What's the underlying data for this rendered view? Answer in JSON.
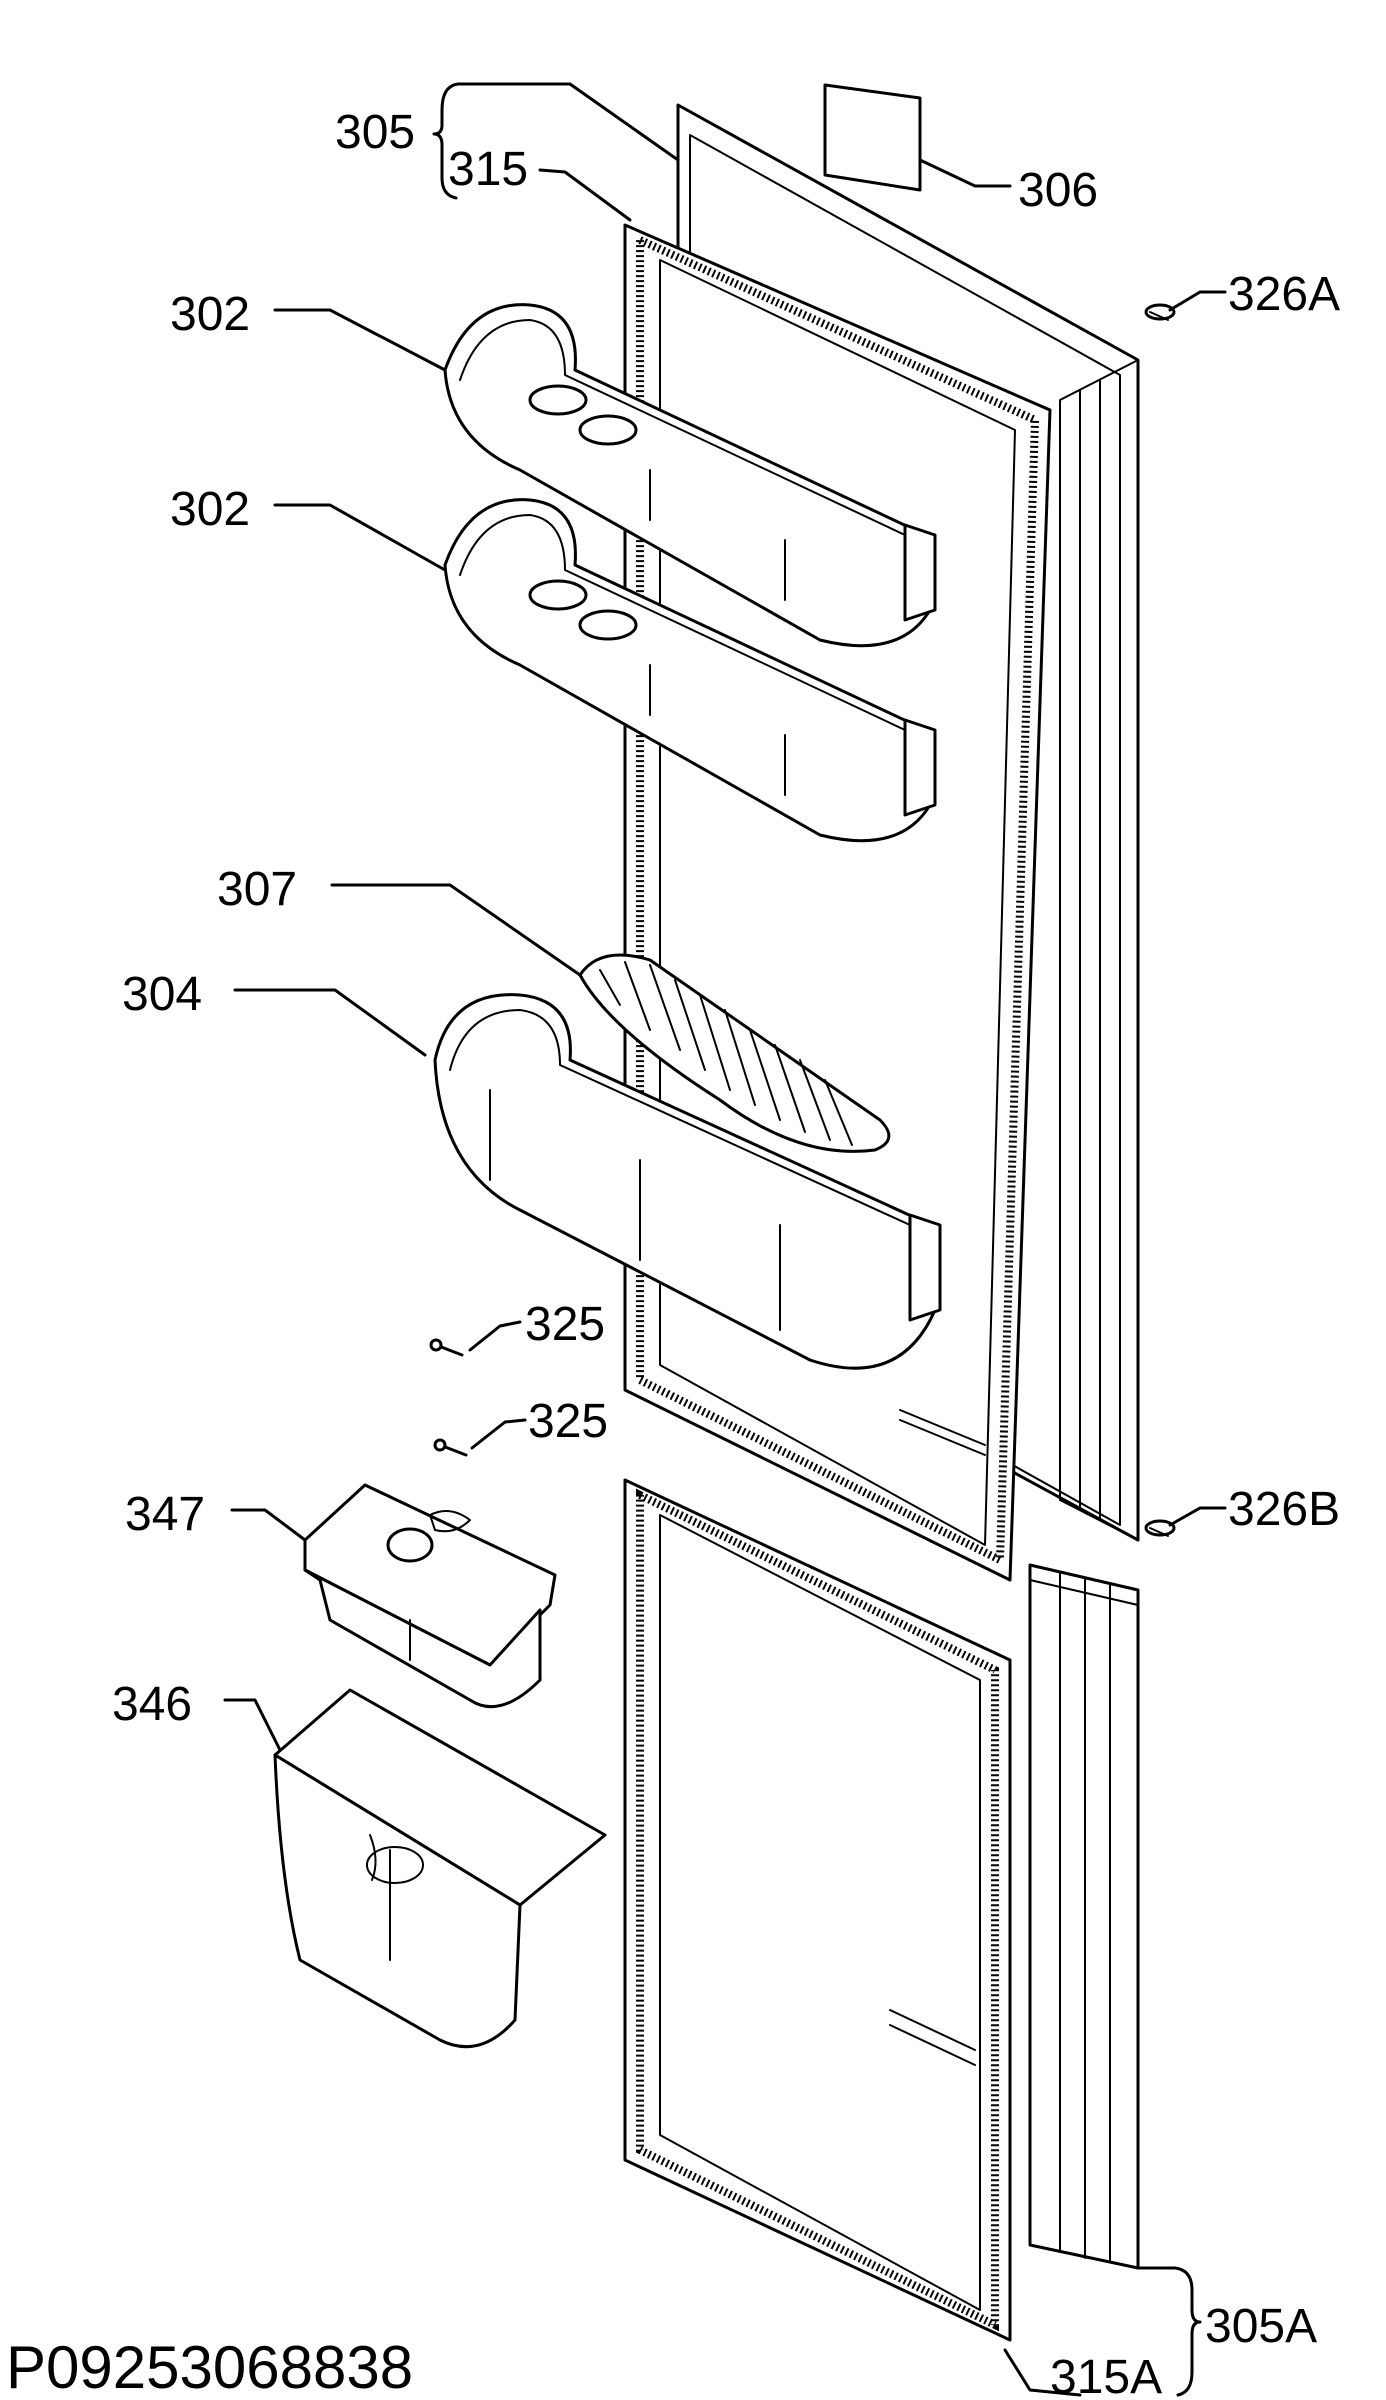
{
  "labels": {
    "l305": "305",
    "l315": "315",
    "l306": "306",
    "l326a": "326A",
    "l302a": "302",
    "l302b": "302",
    "l307": "307",
    "l304": "304",
    "l325a": "325",
    "l325b": "325",
    "l347": "347",
    "l326b": "326B",
    "l346": "346",
    "l315a": "315A",
    "l305a": "305A"
  },
  "drawing_code": "P09253068838"
}
